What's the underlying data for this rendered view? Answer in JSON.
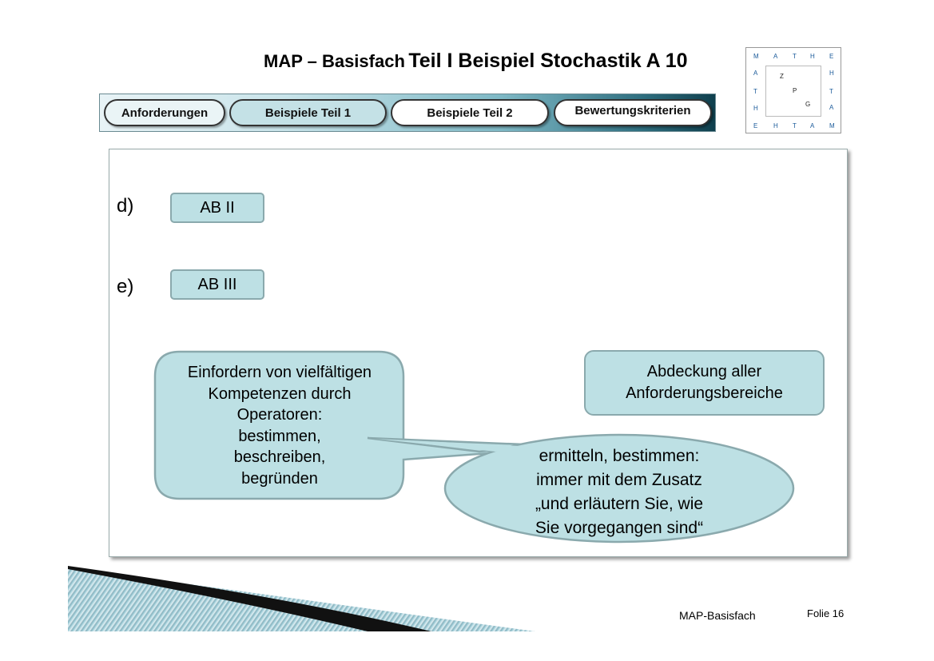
{
  "title": {
    "part1": "MAP – Basisfach",
    "part2": "Teil I Beispiel Stochastik A 10"
  },
  "nav": {
    "items": [
      {
        "label": "Anforderungen"
      },
      {
        "label": "Beispiele Teil 1"
      },
      {
        "label": "Beispiele Teil 2"
      },
      {
        "label": "Bewertungskriterien"
      }
    ]
  },
  "logo": {
    "top": [
      "M",
      "A",
      "T",
      "H",
      "E"
    ],
    "bottom": [
      "E",
      "H",
      "T",
      "A",
      "M"
    ],
    "left": [
      "A",
      "T",
      "H"
    ],
    "right": [
      "H",
      "T",
      "A"
    ],
    "inner": [
      "Z",
      "P",
      "G"
    ]
  },
  "items": [
    {
      "letter": "d)",
      "level": "AB II"
    },
    {
      "letter": "e)",
      "level": "AB III"
    }
  ],
  "callout1": [
    "Einfordern von vielfältigen",
    "Kompetenzen durch",
    "Operatoren:",
    "bestimmen,",
    "beschreiben,",
    "begründen"
  ],
  "box2": [
    "Abdeckung aller",
    "Anforderungsbereiche"
  ],
  "callout3": [
    "ermitteln, bestimmen:",
    "immer mit dem Zusatz",
    "„und erläutern Sie, wie",
    "Sie vorgegangen sind“"
  ],
  "footer": {
    "left": "MAP-Basisfach",
    "right": "Folie 16"
  },
  "colors": {
    "box_fill": "#bde0e4",
    "box_border": "#8aa9ad",
    "logo_letters": "#1a5a9a"
  }
}
